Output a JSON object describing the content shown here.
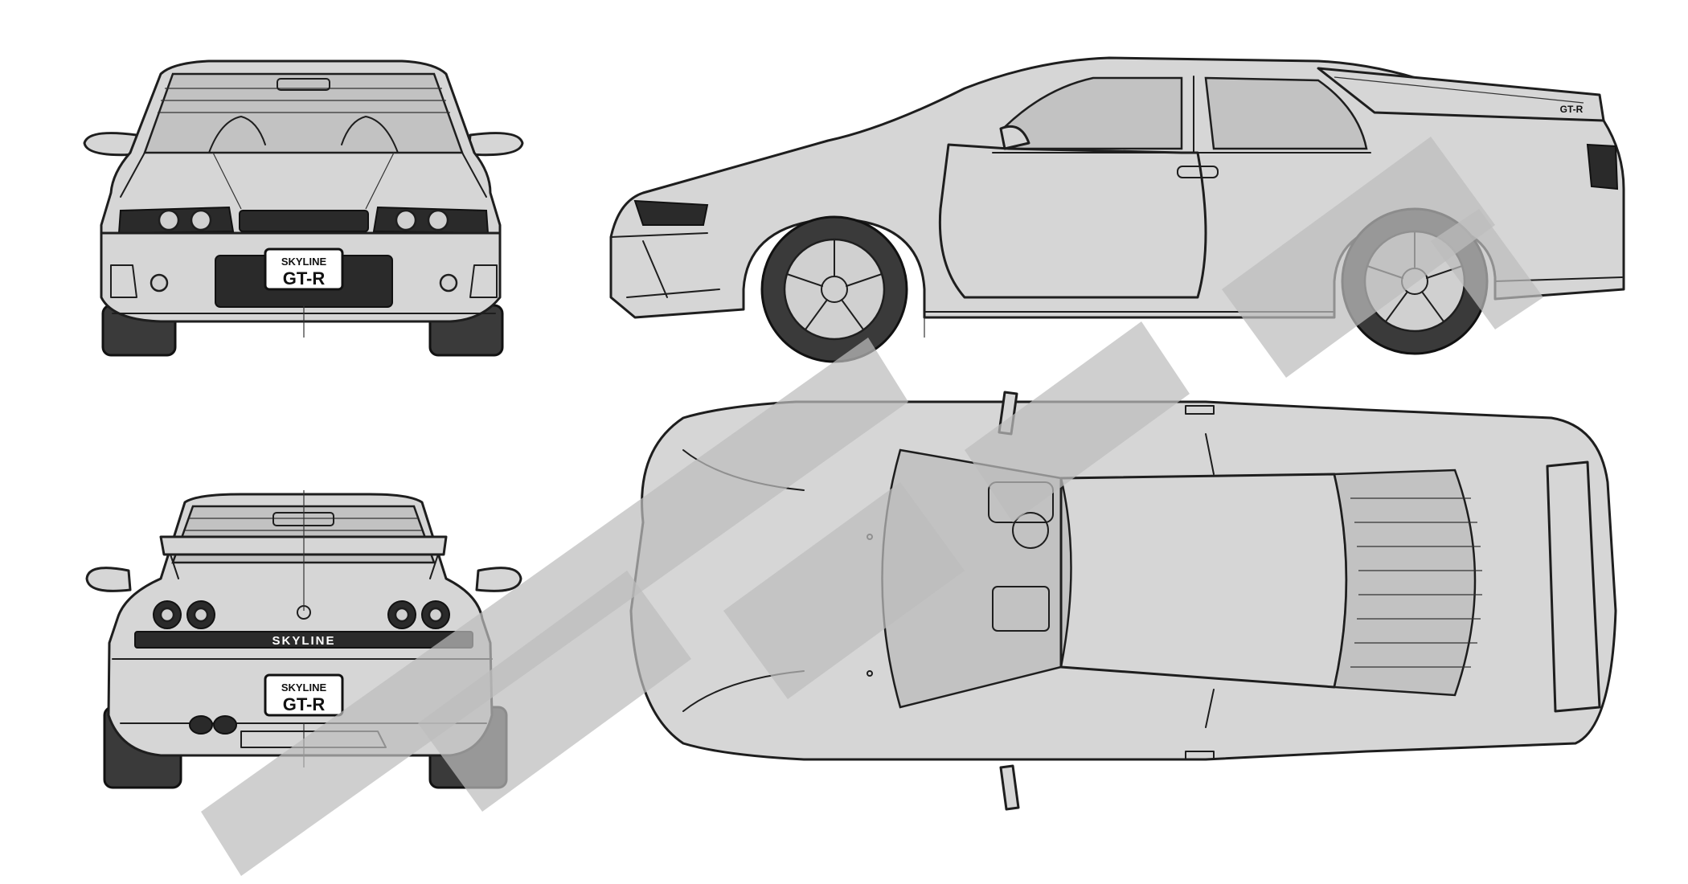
{
  "views": {
    "front": {
      "name": "front-view",
      "plate_line1": "SKYLINE",
      "plate_line2": "GT-R"
    },
    "side": {
      "name": "side-view",
      "badge": "GT-R"
    },
    "rear": {
      "name": "rear-view",
      "trunk_badge": "SKYLINE",
      "plate_line1": "SKYLINE",
      "plate_line2": "GT-R"
    },
    "top": {
      "name": "top-view"
    }
  },
  "colors": {
    "line": "#1e1e1e",
    "body_fill": "#d6d6d6",
    "watermark": "#bdbdbd",
    "background": "#ffffff"
  }
}
